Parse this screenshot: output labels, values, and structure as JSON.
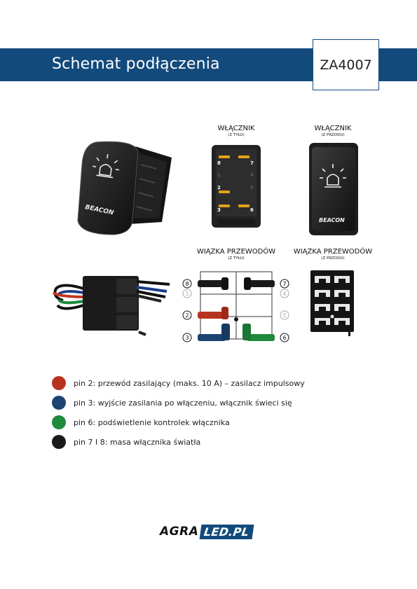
{
  "header": {
    "title": "Schemat podłączenia",
    "code": "ZA4007"
  },
  "switch_back": {
    "title": "WŁĄCZNIK",
    "subtitle": "(Z TYŁU)",
    "pins": [
      "8",
      "7",
      "1",
      "4",
      "2",
      "5",
      "3",
      "6"
    ]
  },
  "switch_front": {
    "title": "WŁĄCZNIK",
    "subtitle": "(Z PRZODU)",
    "button_text": "BEACON"
  },
  "photo_switch": {
    "button_text": "BEACON"
  },
  "harness_back": {
    "title": "WIĄZKA PRZEWODÓW",
    "subtitle": "(Z TYŁU)",
    "pins": [
      "8",
      "1",
      "2",
      "3",
      "7",
      "4",
      "5",
      "6"
    ]
  },
  "harness_front": {
    "title": "WIĄZKA PRZEWODÓW",
    "subtitle": "(Z PRZODU)"
  },
  "legend": [
    {
      "color": "#b8331f",
      "text": "pin 2: przewód zasilający (maks. 10 A) – zasilacz impulsowy"
    },
    {
      "color": "#1c4470",
      "text": "pin 3: wyjście zasilania po włączeniu, włącznik świeci się"
    },
    {
      "color": "#1e8a3c",
      "text": "pin 6: podświetlenie kontrolek włącznika"
    },
    {
      "color": "#1a1a1a",
      "text": "pin 7 I 8: masa włącznika światła"
    }
  ],
  "logo": {
    "part1": "AGRA",
    "part2": "LED.PL"
  },
  "colors": {
    "brand": "#134a7c",
    "red": "#b8331f",
    "blue": "#1c4470",
    "green": "#1e8a3c",
    "black": "#1a1a1a"
  }
}
